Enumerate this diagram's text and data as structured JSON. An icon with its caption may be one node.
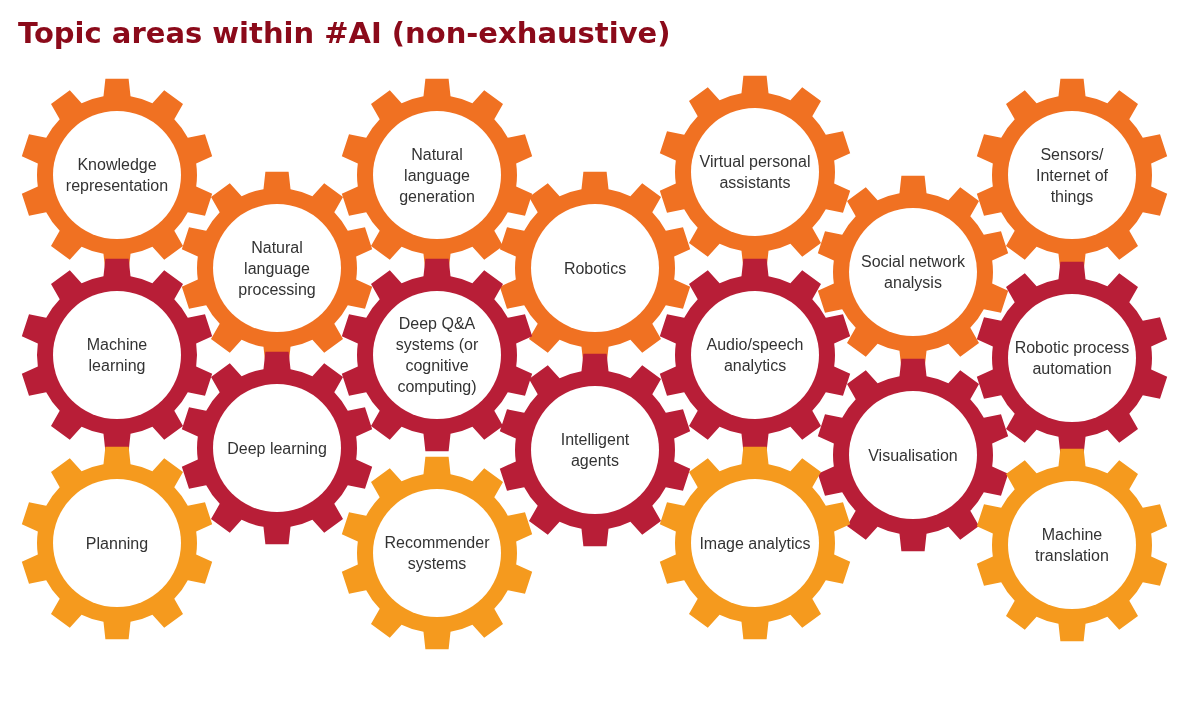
{
  "diagram": {
    "title": "Topic areas within #AI (non-exhaustive)",
    "nodes": [
      {
        "text": [
          "Knowledge representation"
        ]
      },
      {
        "text": [
          "Natural language generation"
        ]
      },
      {
        "text": [
          "Virtual personal assistants"
        ]
      },
      {
        "text": [
          "Sensors/ Internet of things"
        ]
      },
      {
        "text": [
          "Natural language processing"
        ]
      },
      {
        "text": [
          "Robotics"
        ]
      },
      {
        "text": [
          "Social network analysis"
        ]
      },
      {
        "text": [
          "Machine learning"
        ]
      },
      {
        "text": [
          "Deep Q&A systems (or cognitive computing)"
        ]
      },
      {
        "text": [
          "Audio/speech analytics"
        ]
      },
      {
        "text": [
          "Robotic process automation"
        ]
      },
      {
        "text": [
          "Deep learning"
        ]
      },
      {
        "text": [
          "Intelligent agents"
        ]
      },
      {
        "text": [
          "Visualisation"
        ]
      },
      {
        "text": [
          "Planning"
        ]
      },
      {
        "text": [
          "Recommender systems"
        ]
      },
      {
        "text": [
          "Image analytics"
        ]
      },
      {
        "text": [
          "Machine translation"
        ]
      }
    ],
    "edges": []
  }
}
